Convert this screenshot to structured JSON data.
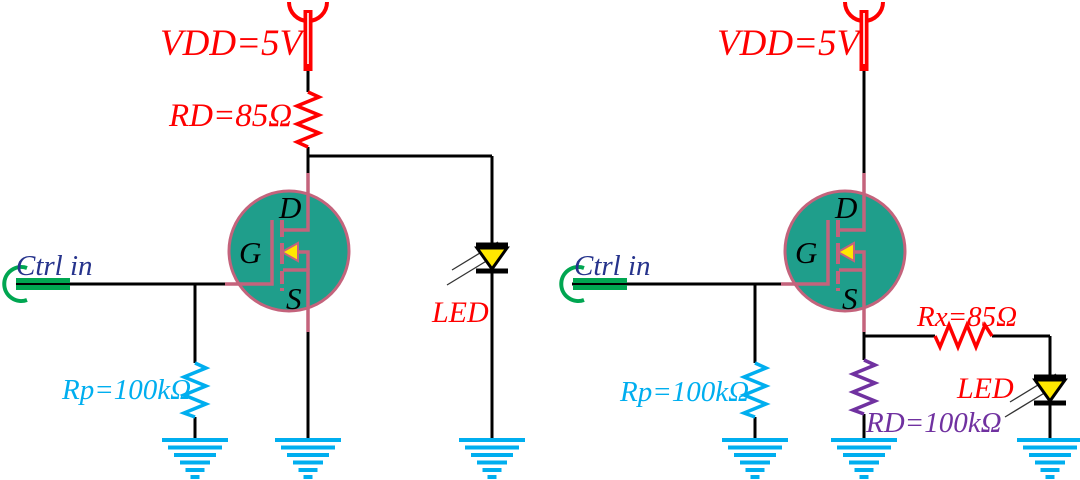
{
  "colors": {
    "wire_black": "#000000",
    "power_red": "#ff0000",
    "ground_cyan": "#00aeef",
    "port_green": "#00a651",
    "ctrl_text_navy": "#26338c",
    "mosfet_body_teal": "#1f9e8b",
    "mosfet_outline_pink": "#c4637c",
    "arrow_led_yellow": "#ffe800",
    "resistor_purple": "#7031a0"
  },
  "left": {
    "vdd_label": "VDD=5V",
    "rd_label": "RD=85Ω",
    "rp_label": "Rp=100kΩ",
    "ctrl_label": "Ctrl in",
    "led_label": "LED",
    "mosfet_d": "D",
    "mosfet_g": "G",
    "mosfet_s": "S"
  },
  "right": {
    "vdd_label": "VDD=5V",
    "rx_label": "Rx=85Ω",
    "rp_label": "Rp=100kΩ",
    "rd_label": "RD=100kΩ",
    "ctrl_label": "Ctrl in",
    "led_label": "LED",
    "mosfet_d": "D",
    "mosfet_g": "G",
    "mosfet_s": "S"
  }
}
